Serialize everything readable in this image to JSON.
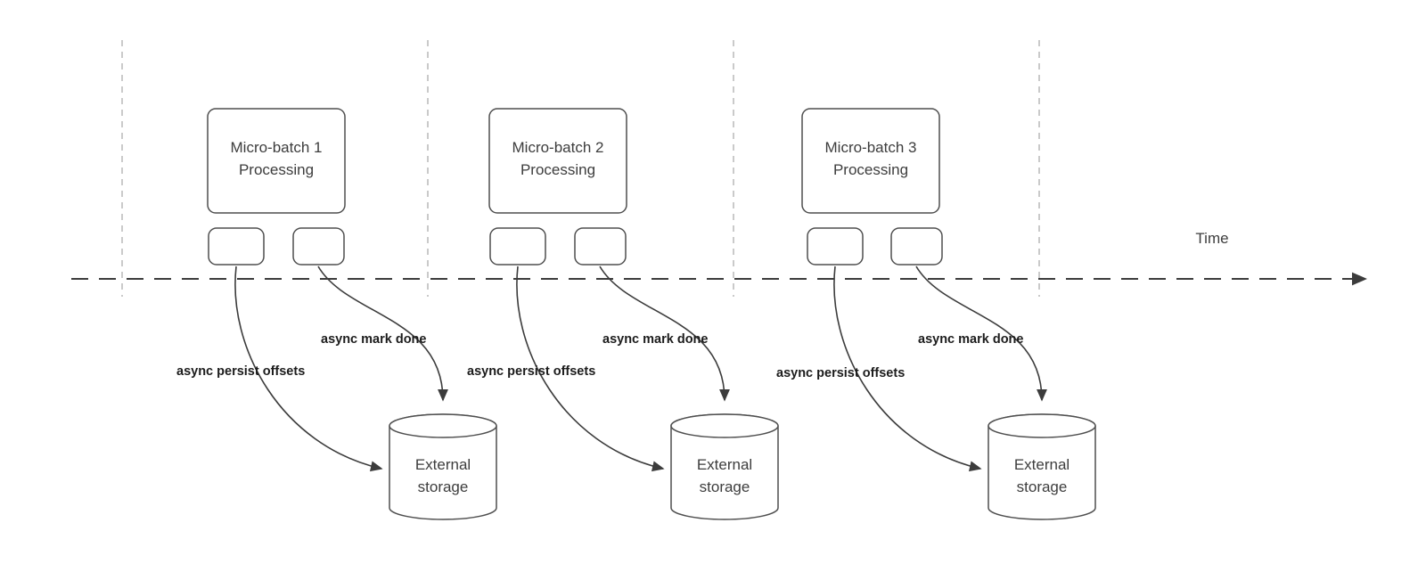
{
  "diagram": {
    "time_label": "Time",
    "groups": [
      {
        "process_label_line1": "Micro-batch 1",
        "process_label_line2": "Processing",
        "persist_arrow_label": "async persist offsets",
        "done_arrow_label": "async mark done",
        "storage_label_line1": "External",
        "storage_label_line2": "storage"
      },
      {
        "process_label_line1": "Micro-batch 2",
        "process_label_line2": "Processing",
        "persist_arrow_label": "async persist offsets",
        "done_arrow_label": "async mark done",
        "storage_label_line1": "External",
        "storage_label_line2": "storage"
      },
      {
        "process_label_line1": "Micro-batch 3",
        "process_label_line2": "Processing",
        "persist_arrow_label": "async persist offsets",
        "done_arrow_label": "async mark done",
        "storage_label_line1": "External",
        "storage_label_line2": "storage"
      }
    ],
    "colors": {
      "background": "#ffffff",
      "shape_stroke": "#4f4f4f",
      "guide_line": "#b9b9b9",
      "timeline": "#3c3c3c",
      "node_text": "#3d3d3d",
      "edge_label_text": "#1c1c1c"
    }
  }
}
